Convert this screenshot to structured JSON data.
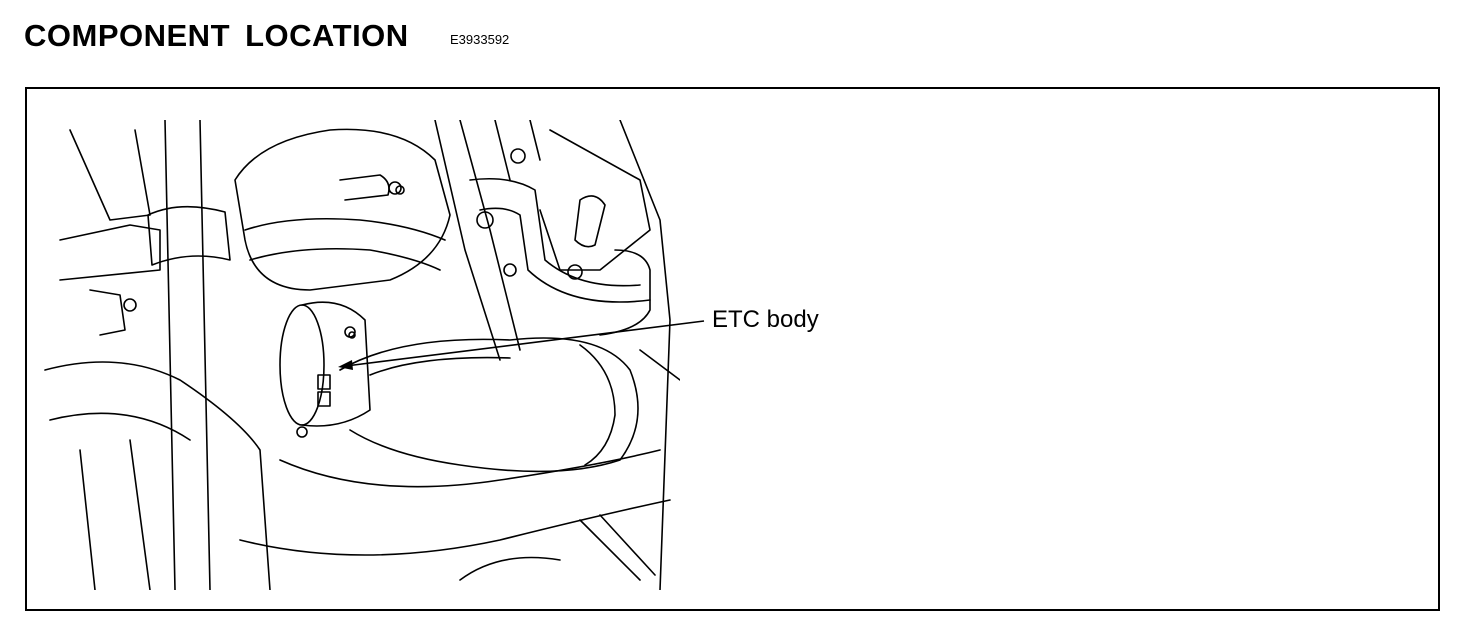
{
  "header": {
    "title": "COMPONENT LOCATION",
    "code": "E3933592"
  },
  "figure": {
    "callout_label": "ETC body"
  }
}
